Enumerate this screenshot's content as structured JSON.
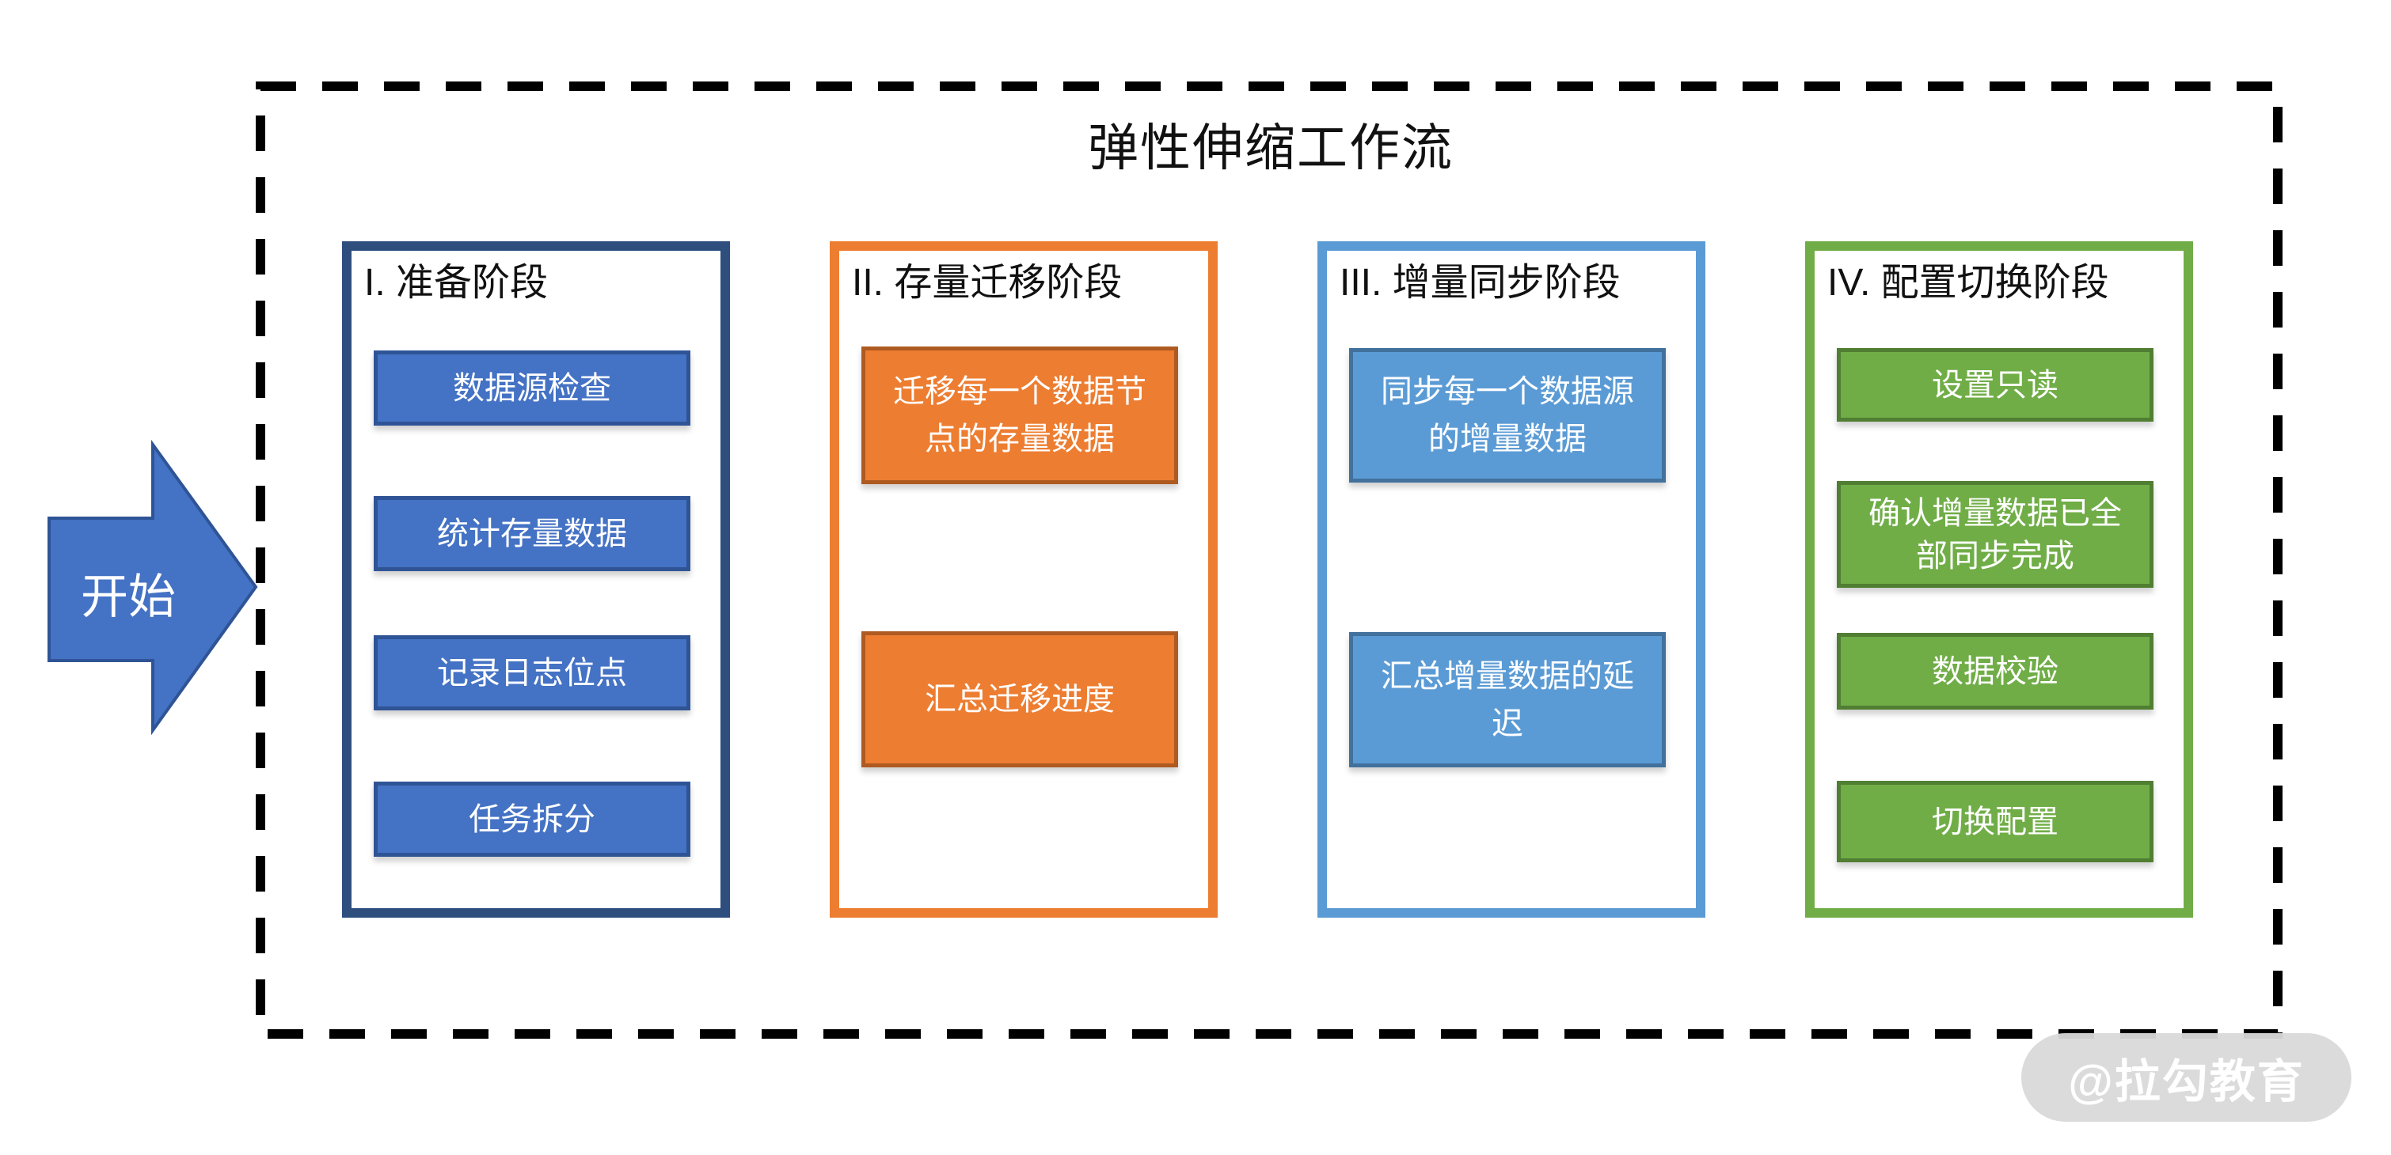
{
  "title": "弹性伸缩工作流",
  "start": {
    "label": "开始"
  },
  "watermark": {
    "label": "@拉勾教育"
  },
  "colors": {
    "dashed_border": "#000000",
    "arrow_fill": "#4472C4",
    "arrow_border": "#2F5496",
    "phase1_frame": "#2E4E7E",
    "phase1_box_fill": "#4472C4",
    "phase1_box_border": "#2F5496",
    "phase2_frame": "#ED7D31",
    "phase2_box_fill": "#ED7D31",
    "phase2_box_border": "#AE5A21",
    "phase3_frame": "#5B9BD5",
    "phase3_box_fill": "#5B9BD5",
    "phase3_box_border": "#41719C",
    "phase4_frame": "#70AD47",
    "phase4_box_fill": "#70AD47",
    "phase4_box_border": "#507E32",
    "watermark_bg": "#D9D9D9",
    "watermark_text": "#FFFFFF"
  },
  "phases": [
    {
      "label": "I. 准备阶段",
      "steps": [
        {
          "label": "数据源检查"
        },
        {
          "label": "统计存量数据"
        },
        {
          "label": "记录日志位点"
        },
        {
          "label": "任务拆分"
        }
      ]
    },
    {
      "label": "II. 存量迁移阶段",
      "steps": [
        {
          "label": "迁移每一个数据节\n点的存量数据"
        },
        {
          "label": "汇总迁移进度"
        }
      ]
    },
    {
      "label": "III. 增量同步阶段",
      "steps": [
        {
          "label": "同步每一个数据源\n的增量数据"
        },
        {
          "label": "汇总增量数据的延\n迟"
        }
      ]
    },
    {
      "label": "IV. 配置切换阶段",
      "steps": [
        {
          "label": "设置只读"
        },
        {
          "label": "确认增量数据已全\n部同步完成"
        },
        {
          "label": "数据校验"
        },
        {
          "label": "切换配置"
        }
      ]
    }
  ]
}
